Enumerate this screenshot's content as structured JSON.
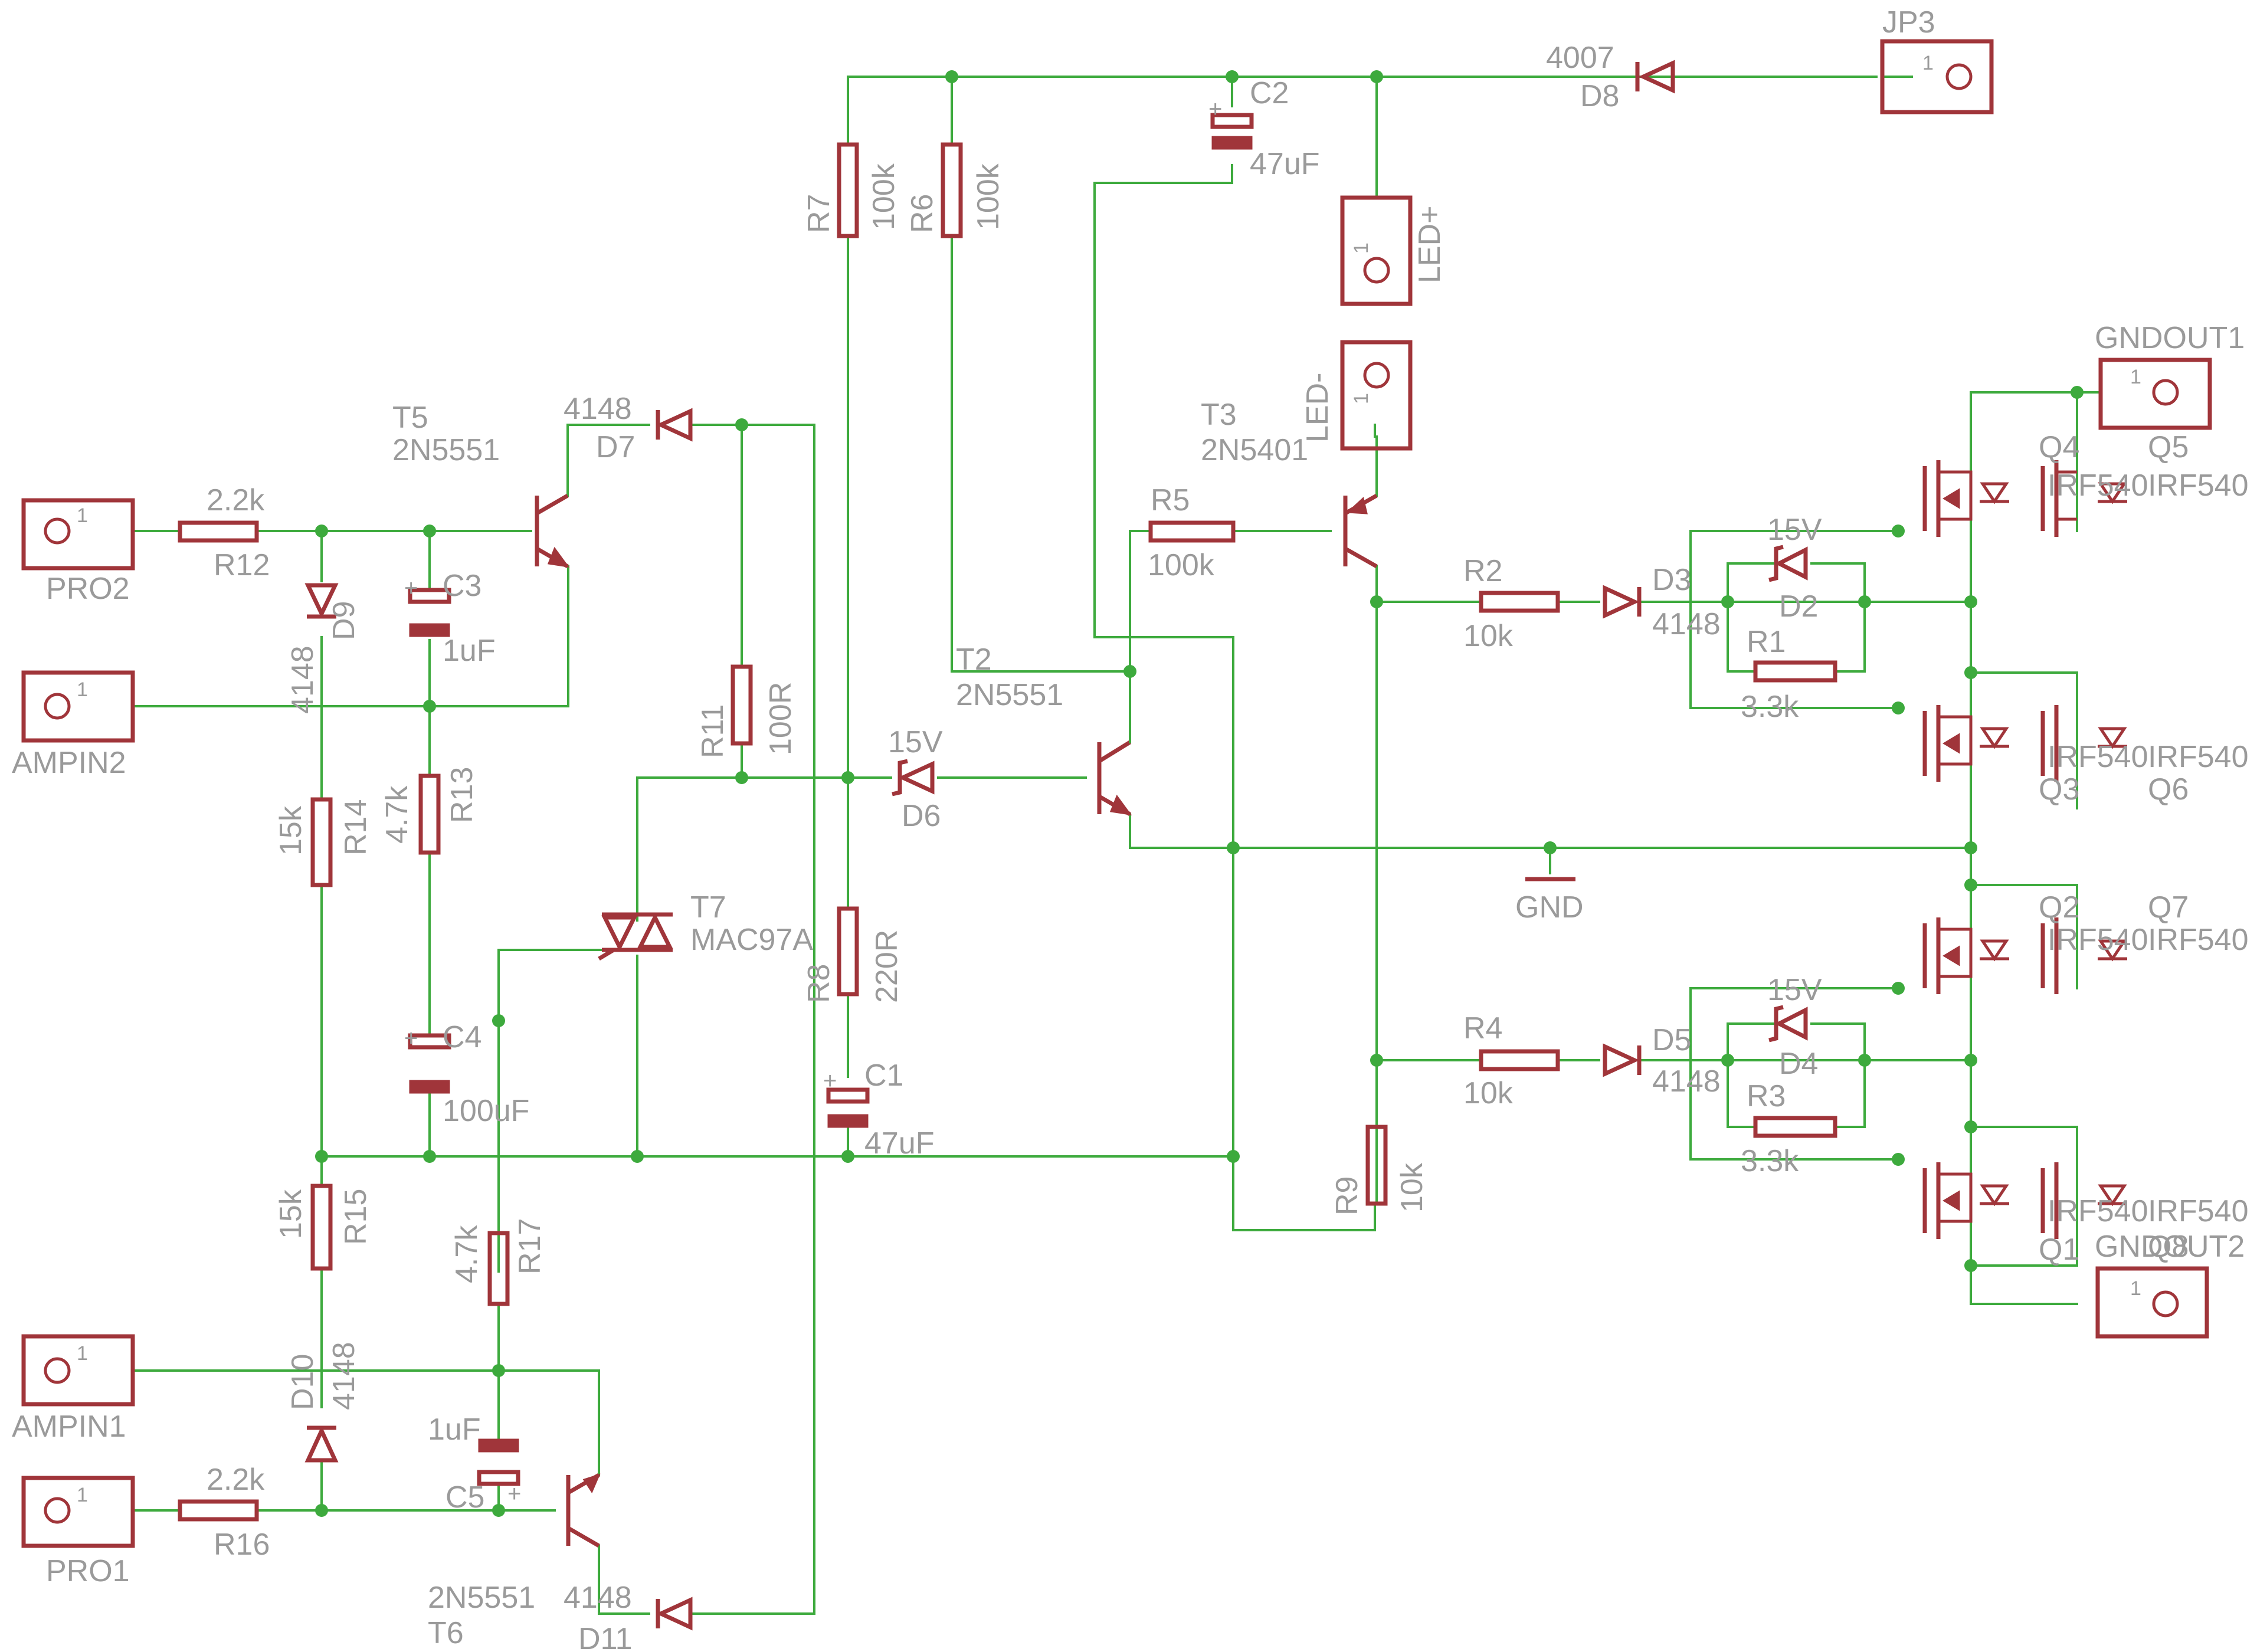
{
  "connectors": {
    "PRO2": {
      "name": "PRO2",
      "pin": "1"
    },
    "AMPIN2": {
      "name": "AMPIN2",
      "pin": "1"
    },
    "AMPIN1": {
      "name": "AMPIN1",
      "pin": "1"
    },
    "PRO1": {
      "name": "PRO1",
      "pin": "1"
    },
    "JP3": {
      "name": "JP3",
      "pin": "1"
    },
    "LEDP": {
      "name": "LED+",
      "pin": "1"
    },
    "LEDM": {
      "name": "LED-",
      "pin": "1"
    },
    "GNDOUT1": {
      "name": "GNDOUT1",
      "pin": "1"
    },
    "GNDOUT2": {
      "name": "GNDOUT2",
      "pin": "1"
    }
  },
  "resistors": {
    "R12": {
      "name": "R12",
      "value": "2.2k"
    },
    "R16": {
      "name": "R16",
      "value": "2.2k"
    },
    "R14": {
      "name": "R14",
      "value": "15k"
    },
    "R15": {
      "name": "R15",
      "value": "15k"
    },
    "R13": {
      "name": "R13",
      "value": "4.7k"
    },
    "R17": {
      "name": "R17",
      "value": "4.7k"
    },
    "R11": {
      "name": "R11",
      "value": "100R"
    },
    "R7": {
      "name": "R7",
      "value": "100k"
    },
    "R6": {
      "name": "R6",
      "value": "100k"
    },
    "R8": {
      "name": "R8",
      "value": "220R"
    },
    "R5": {
      "name": "R5",
      "value": "100k"
    },
    "R2": {
      "name": "R2",
      "value": "10k"
    },
    "R4": {
      "name": "R4",
      "value": "10k"
    },
    "R1": {
      "name": "R1",
      "value": "3.3k"
    },
    "R3": {
      "name": "R3",
      "value": "3.3k"
    },
    "R9": {
      "name": "R9",
      "value": "10k"
    }
  },
  "capacitors": {
    "C3": {
      "name": "C3",
      "value": "1uF"
    },
    "C4": {
      "name": "C4",
      "value": "100uF"
    },
    "C5": {
      "name": "C5",
      "value": "1uF"
    },
    "C1": {
      "name": "C1",
      "value": "47uF"
    },
    "C2": {
      "name": "C2",
      "value": "47uF"
    }
  },
  "diodes": {
    "D9": {
      "name": "D9",
      "value": "4148"
    },
    "D10": {
      "name": "D10",
      "value": "4148"
    },
    "D7": {
      "name": "D7",
      "value": "4148"
    },
    "D11": {
      "name": "D11",
      "value": "4148"
    },
    "D6": {
      "name": "D6",
      "value": "15V"
    },
    "D8": {
      "name": "D8",
      "value": "4007"
    },
    "D3": {
      "name": "D3",
      "value": "4148"
    },
    "D5": {
      "name": "D5",
      "value": "4148"
    },
    "D2": {
      "name": "D2",
      "value": "15V"
    },
    "D4": {
      "name": "D4",
      "value": "15V"
    }
  },
  "transistors": {
    "T5": {
      "name": "T5",
      "value": "2N5551"
    },
    "T6": {
      "name": "T6",
      "value": "2N5551"
    },
    "T2": {
      "name": "T2",
      "value": "2N5551"
    },
    "T3": {
      "name": "T3",
      "value": "2N5401"
    },
    "T7": {
      "name": "T7",
      "value": "MAC97A"
    }
  },
  "mosfets": {
    "Q4": {
      "name": "Q4",
      "value": "IRF540"
    },
    "Q5": {
      "name": "Q5",
      "value": "IRF540"
    },
    "Q3": {
      "name": "Q3",
      "value": "IRF540"
    },
    "Q6": {
      "name": "Q6",
      "value": "IRF540"
    },
    "Q2": {
      "name": "Q2",
      "value": "IRF540"
    },
    "Q7": {
      "name": "Q7",
      "value": "IRF540"
    },
    "Q1": {
      "name": "Q1",
      "value": "IRF540"
    },
    "Q8": {
      "name": "Q8",
      "value": "IRF540"
    }
  },
  "net_labels": {
    "gnd": "GND"
  },
  "colors": {
    "wire": "#3daa3d",
    "symbol": "#a0353a",
    "text": "#9a9a9a",
    "background": "#ffffff"
  }
}
